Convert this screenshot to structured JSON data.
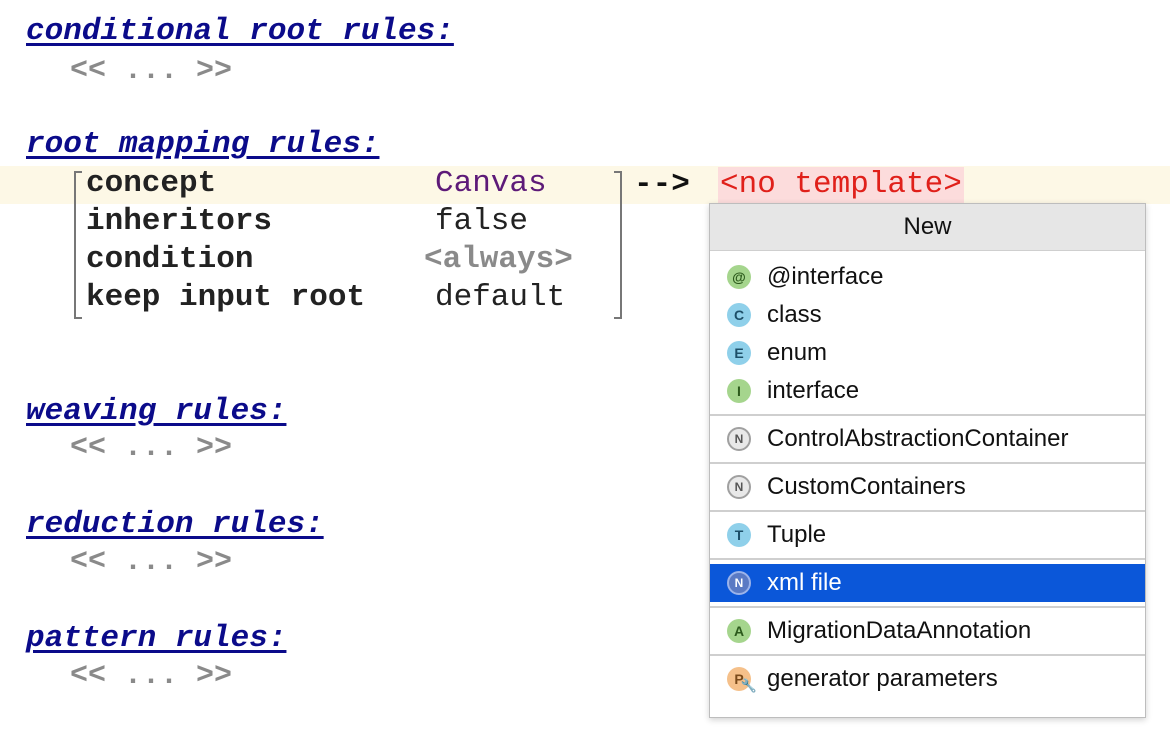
{
  "sections": {
    "conditional_root": {
      "title": "conditional root rules:",
      "placeholder": "<< ... >>"
    },
    "root_mapping": {
      "title": "root mapping rules:"
    },
    "weaving": {
      "title": "weaving rules:",
      "placeholder": "<< ... >>"
    },
    "reduction": {
      "title": "reduction rules:",
      "placeholder": "<< ... >>"
    },
    "pattern": {
      "title": "pattern rules:",
      "placeholder": "<< ... >>"
    }
  },
  "rule": {
    "concept_key": "concept",
    "concept_value": "Canvas",
    "inheritors_key": "inheritors",
    "inheritors_value": "false",
    "condition_key": "condition",
    "condition_value": "<always>",
    "keep_key": "keep input root",
    "keep_value": "default",
    "arrow": "-->",
    "target": "<no template>"
  },
  "popup": {
    "header": "New",
    "items": [
      {
        "label": "@interface",
        "icon_letter": "@",
        "icon": "annotation-icon",
        "color": "#a5d58d"
      },
      {
        "label": "class",
        "icon_letter": "C",
        "icon": "class-icon",
        "color": "#8fd0ea"
      },
      {
        "label": "enum",
        "icon_letter": "E",
        "icon": "enum-icon",
        "color": "#8fd0ea"
      },
      {
        "label": "interface",
        "icon_letter": "I",
        "icon": "interface-icon",
        "color": "#a5d58d"
      },
      {
        "label": "ControlAbstractionContainer",
        "icon_letter": "N",
        "icon": "node-icon",
        "color": "#e8e8e8"
      },
      {
        "label": "CustomContainers",
        "icon_letter": "N",
        "icon": "node-icon",
        "color": "#e8e8e8"
      },
      {
        "label": "Tuple",
        "icon_letter": "T",
        "icon": "tuple-icon",
        "color": "#8fd0ea"
      },
      {
        "label": "xml file",
        "icon_letter": "N",
        "icon": "node-icon",
        "color": "#5a7ac4",
        "selected": true
      },
      {
        "label": "MigrationDataAnnotation",
        "icon_letter": "A",
        "icon": "annotation-a-icon",
        "color": "#a5d58d"
      },
      {
        "label": "generator parameters",
        "icon_letter": "P",
        "icon": "parameters-icon",
        "color": "#f5c08a"
      }
    ]
  },
  "colors": {
    "section_title": "#0b0b8a",
    "selection": "#0b57d9",
    "error_text": "#e0201a",
    "concept_value": "#5d1a78"
  }
}
